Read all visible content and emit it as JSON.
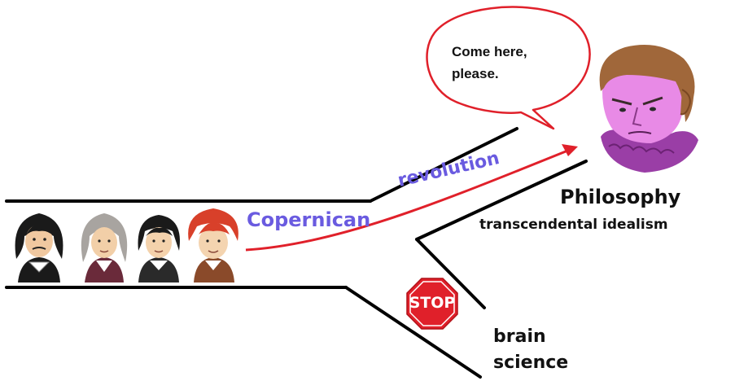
{
  "speech_bubble": {
    "line1": "Come here,",
    "line2": "please."
  },
  "path_labels": {
    "copernican": "Copernican",
    "revolution": "revolution"
  },
  "destination": {
    "title": "Philosophy",
    "subtitle": "transcendental idealism"
  },
  "blocked_branch": {
    "line1": "brain",
    "line2": "science"
  },
  "stop_sign": {
    "text": "STOP"
  },
  "colors": {
    "road_lines": "#000000",
    "arrow": "#e0202a",
    "label_accent": "#6a5be0",
    "bubble_outline": "#e0202a",
    "stop_sign": "#e0202a",
    "kant_face": "#e88ae6",
    "kant_scarf": "#9a3ea6",
    "kant_hair": "#a0673a"
  },
  "figures": [
    "descartes-figure",
    "newton-figure",
    "leibniz-figure",
    "hume-figure",
    "kant-figure"
  ]
}
